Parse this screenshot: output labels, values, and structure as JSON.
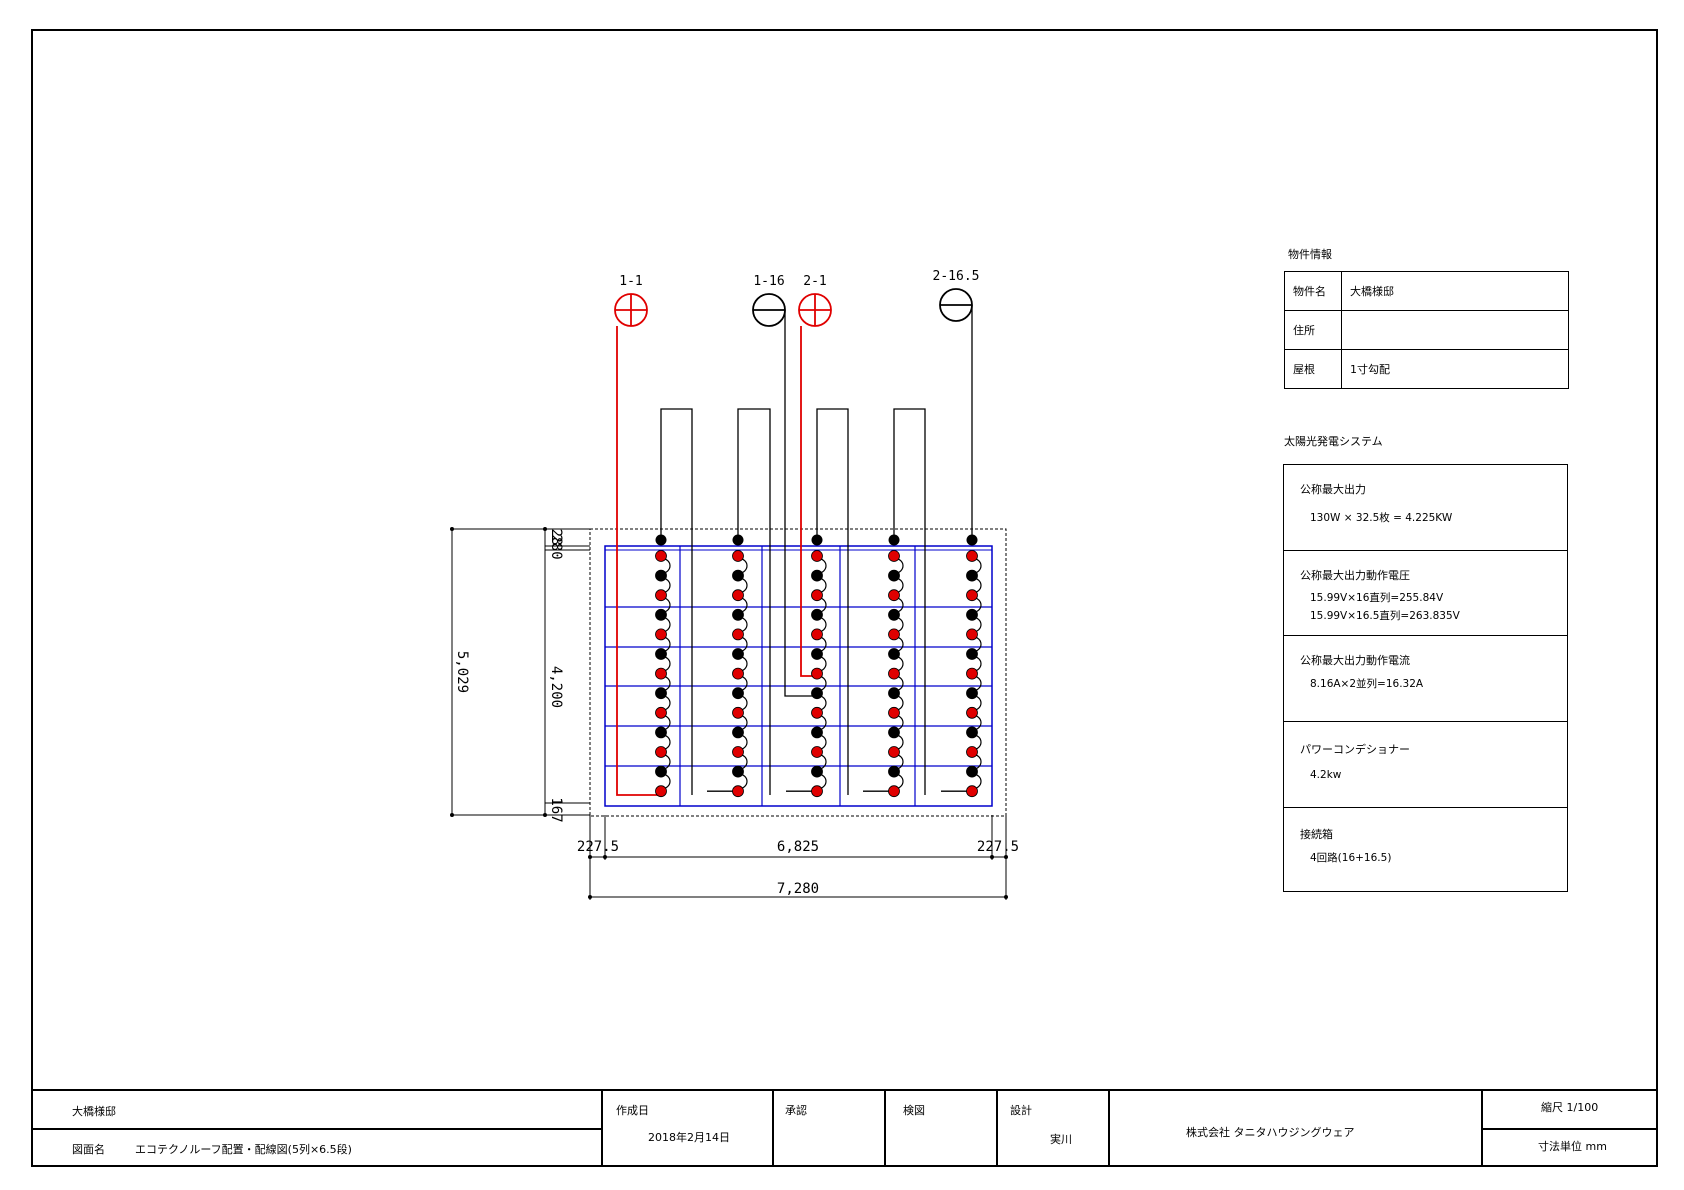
{
  "property_info": {
    "heading": "物件情報",
    "rows": [
      {
        "label": "物件名",
        "value": "大橋様邸"
      },
      {
        "label": "住所",
        "value": ""
      },
      {
        "label": "屋根",
        "value": "1寸勾配"
      }
    ]
  },
  "system": {
    "heading": "太陽光発電システム",
    "sections": [
      {
        "title": "公称最大出力",
        "lines": [
          "130W × 32.5枚 = 4.225KW"
        ]
      },
      {
        "title": "公称最大出力動作電圧",
        "lines": [
          "15.99V×16直列=255.84V",
          "15.99V×16.5直列=263.835V"
        ]
      },
      {
        "title": "公称最大出力動作電流",
        "lines": [
          "8.16A×2並列=16.32A"
        ]
      },
      {
        "title": "パワーコンデショナー",
        "lines": [
          "4.2kw"
        ]
      },
      {
        "title": "接続箱",
        "lines": [
          "4回路(16+16.5)"
        ]
      }
    ]
  },
  "diagram": {
    "terminals": [
      {
        "label": "1-1",
        "polarity": "plus"
      },
      {
        "label": "1-16",
        "polarity": "minus"
      },
      {
        "label": "2-1",
        "polarity": "plus"
      },
      {
        "label": "2-16.5",
        "polarity": "minus"
      }
    ],
    "dimensions": {
      "total_height": "5,029",
      "inner_height": "4,200",
      "top_margin": "280",
      "top_small": "28",
      "bottom_margin": "167",
      "left_margin": "227.5",
      "inner_width": "6,825",
      "right_margin": "227.5",
      "total_width": "7,280"
    },
    "colors": {
      "positive": "#e00000",
      "negative": "#000000",
      "grid": "#0000cc"
    }
  },
  "title_block": {
    "client": "大橋様邸",
    "drawing_label": "図面名",
    "drawing_name": "エコテクノルーフ配置・配線図(5列×6.5段)",
    "created_label": "作成日",
    "created_date": "2018年2月14日",
    "approval_label": "承認",
    "check_label": "検図",
    "design_label": "設計",
    "designer": "実川",
    "company": "株式会社 タニタハウジングウェア",
    "scale": "縮尺 1/100",
    "unit": "寸法単位 mm"
  }
}
